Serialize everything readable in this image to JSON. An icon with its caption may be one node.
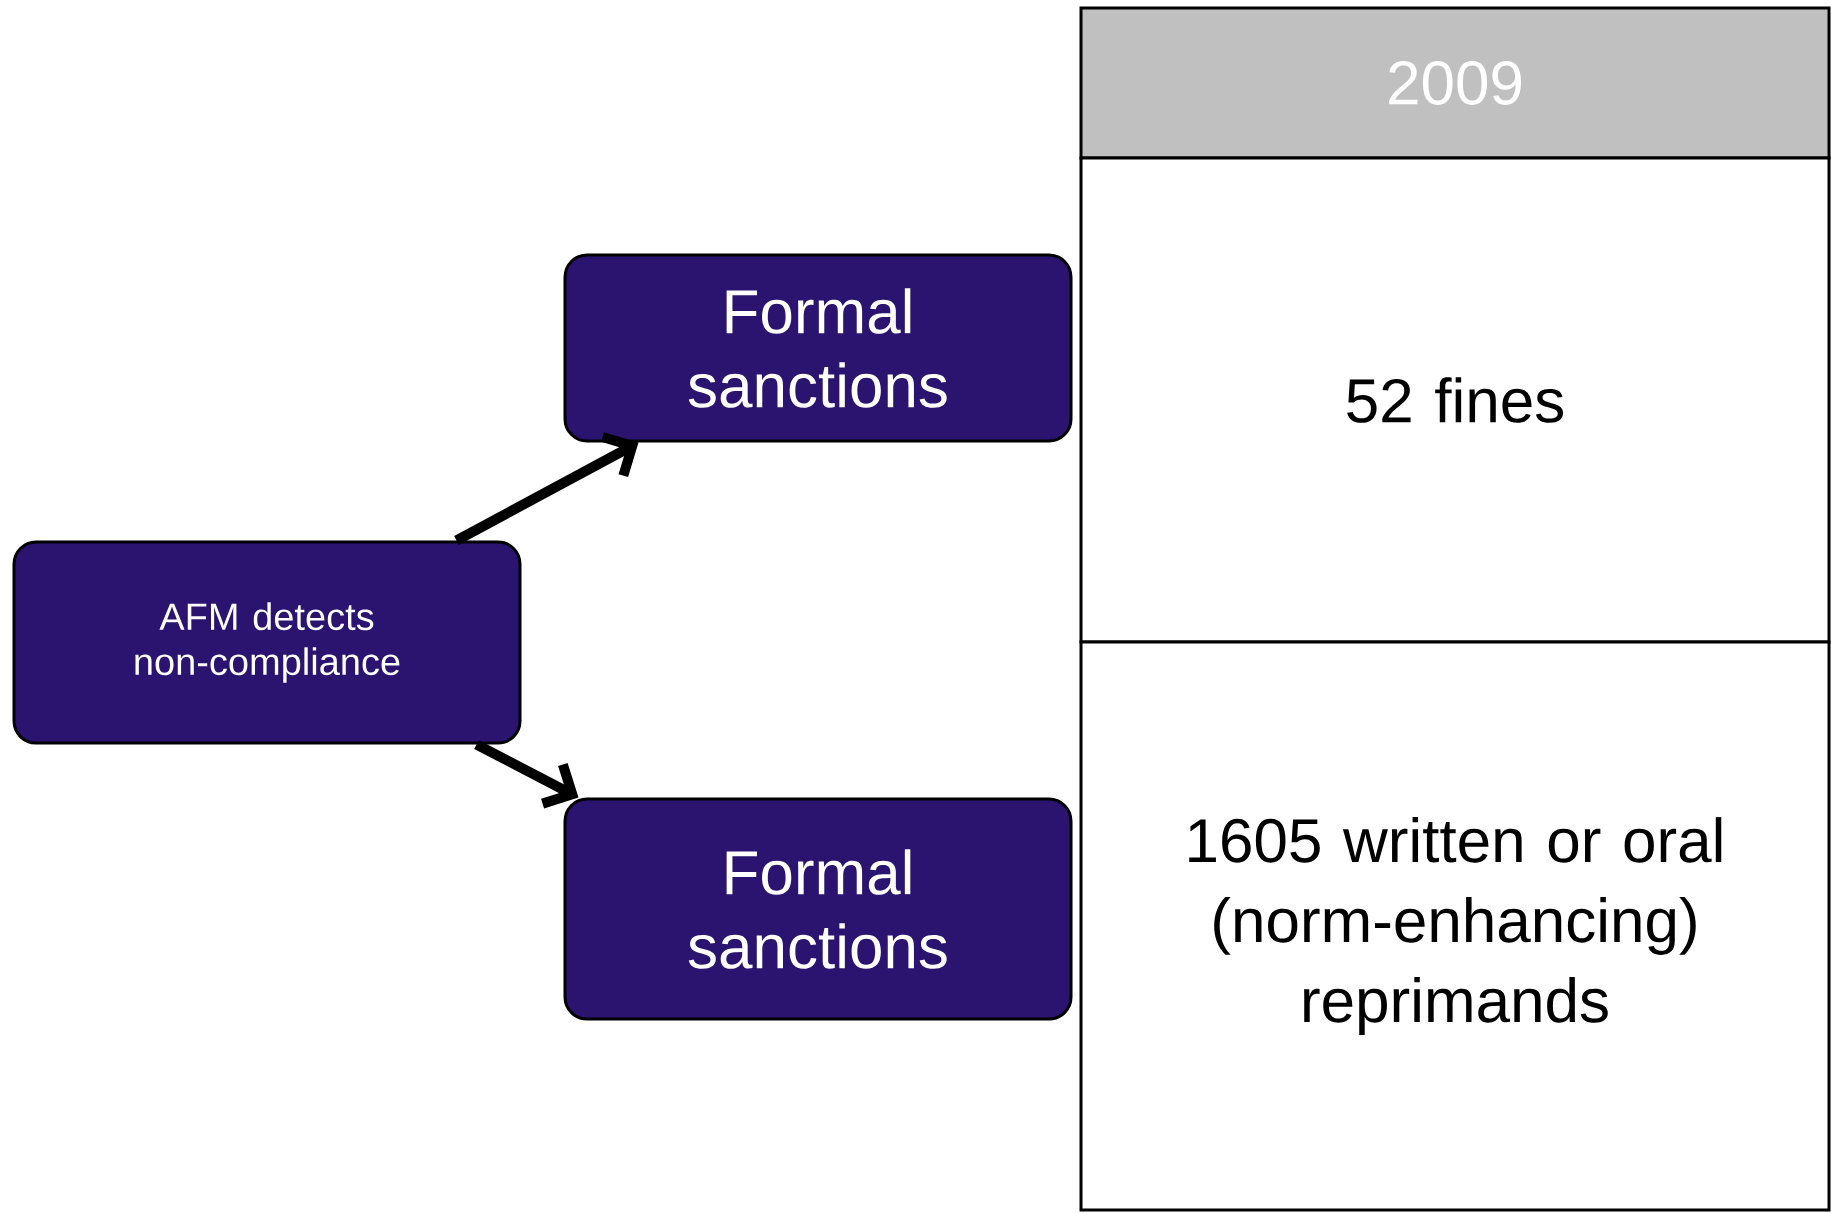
{
  "diagram": {
    "nodes": [
      {
        "text": [
          "AFM detects non-compliance"
        ]
      },
      {
        "text": [
          "Formal sanctions"
        ]
      },
      {
        "text": [
          "Formal sanctions"
        ]
      }
    ],
    "edges": [
      {
        "from": 0,
        "to": 1,
        "arrow": "to"
      },
      {
        "from": 0,
        "to": 2,
        "arrow": "to"
      }
    ],
    "labels": [
      "2009",
      "52 fines",
      "1605 written or oral (norm-enhancing) reprimands"
    ]
  }
}
